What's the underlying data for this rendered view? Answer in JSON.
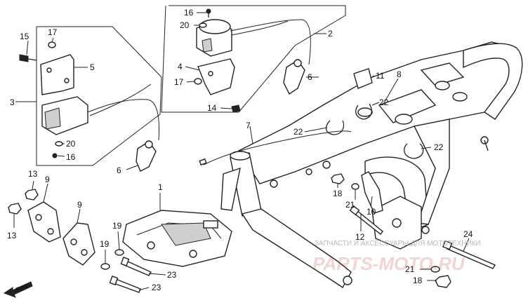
{
  "diagram": {
    "callouts": {
      "c1": "1",
      "c2": "2",
      "c3": "3",
      "c4": "4",
      "c5": "5",
      "c6a": "6",
      "c6b": "6",
      "c7": "7",
      "c8": "8",
      "c9a": "9",
      "c9b": "9",
      "c10": "10",
      "c11": "11",
      "c12": "12",
      "c13a": "13",
      "c13b": "13",
      "c14": "14",
      "c15": "15",
      "c16a": "16",
      "c16b": "16",
      "c17a": "17",
      "c17b": "17",
      "c18a": "18",
      "c18b": "18",
      "c19a": "19",
      "c19b": "19",
      "c20a": "20",
      "c20b": "20",
      "c21a": "21",
      "c21b": "21",
      "c22a": "22",
      "c22b": "22",
      "c22c": "22",
      "c23a": "23",
      "c23b": "23",
      "c24": "24"
    },
    "fwd_label": "FWD",
    "watermark_text": "ЗАПЧАСТИ И АКСЕССУАРЫ ДЛЯ МОТОТЕХНИКИ",
    "watermark_logo": "PARTS-MOTO.RU"
  }
}
